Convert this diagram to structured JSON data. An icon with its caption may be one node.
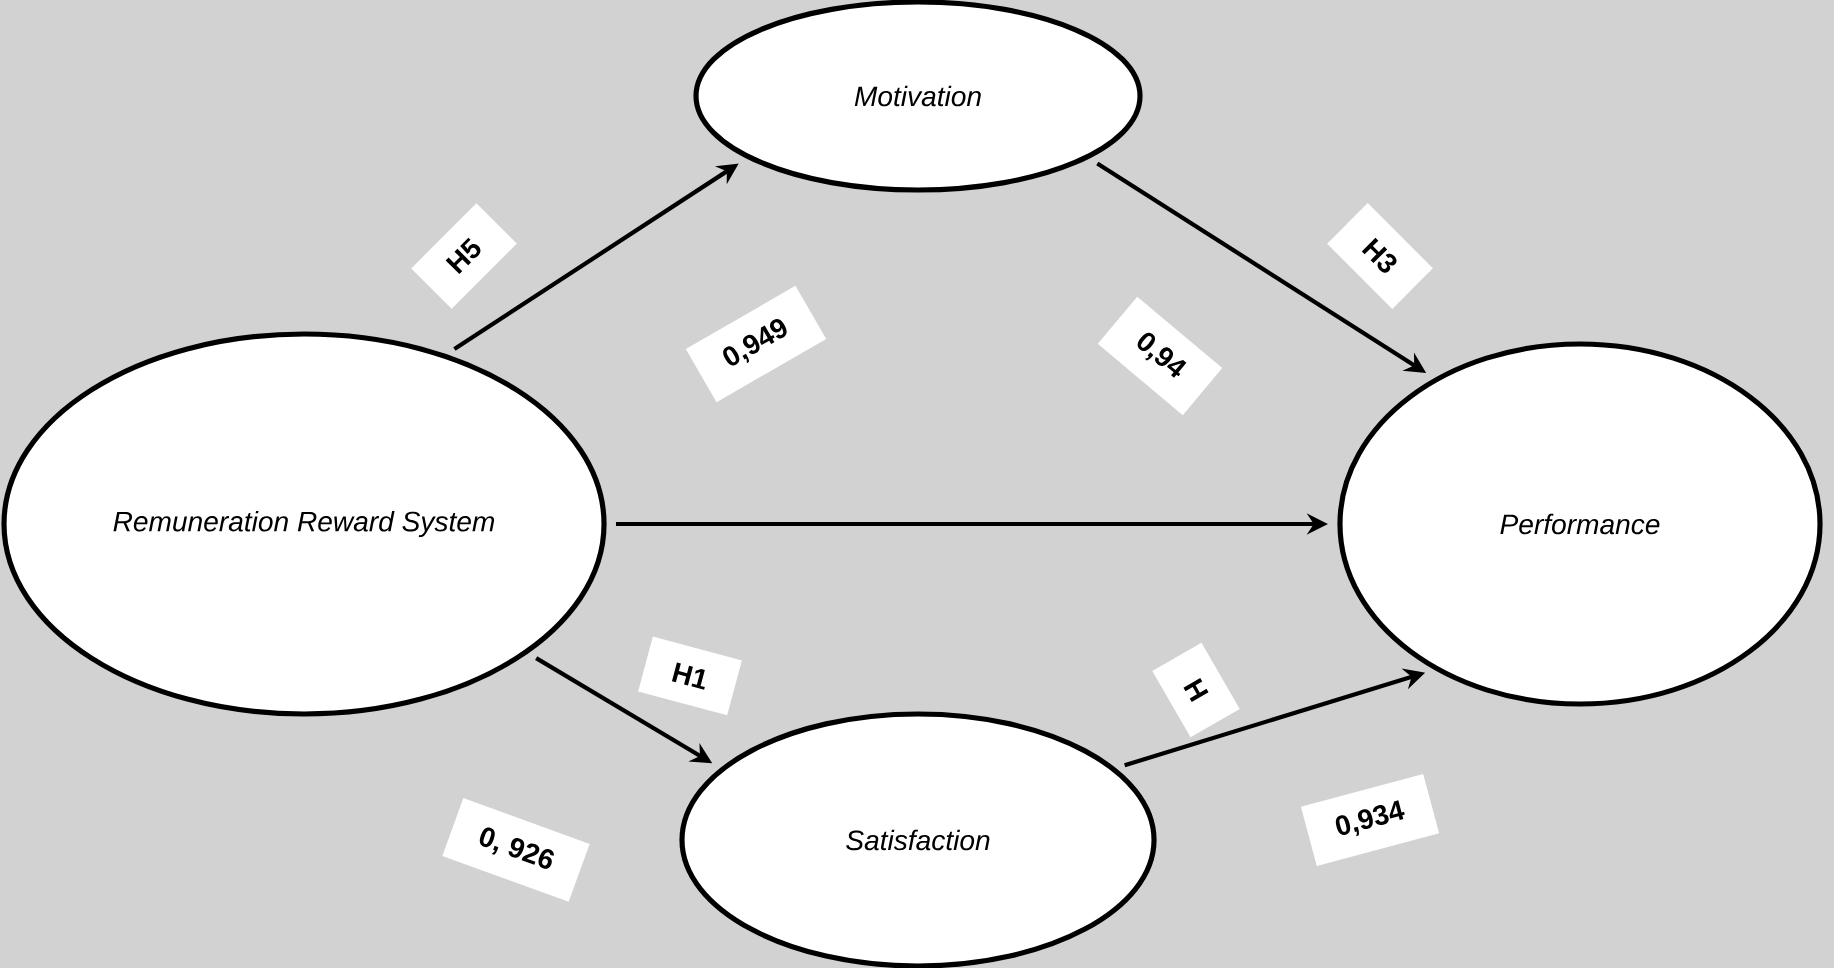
{
  "diagram": {
    "nodes": [
      {
        "text": [
          "Motivation"
        ]
      },
      {
        "text": [
          "Remuneration Reward System"
        ]
      },
      {
        "text": [
          "Performance"
        ]
      },
      {
        "text": [
          "Satisfaction"
        ]
      }
    ],
    "edges": [
      {
        "from": 1,
        "to": 0,
        "arrow": "to",
        "label": "H5"
      },
      {
        "from": 0,
        "to": 2,
        "arrow": "to",
        "label": "H3"
      },
      {
        "from": 1,
        "to": 2,
        "arrow": "to"
      },
      {
        "from": 1,
        "to": 3,
        "arrow": "to",
        "label": "H1"
      },
      {
        "from": 3,
        "to": 2,
        "arrow": "to"
      }
    ],
    "labels": [
      "0,949",
      "0,94",
      "H",
      "0, 926",
      "0,934"
    ]
  }
}
